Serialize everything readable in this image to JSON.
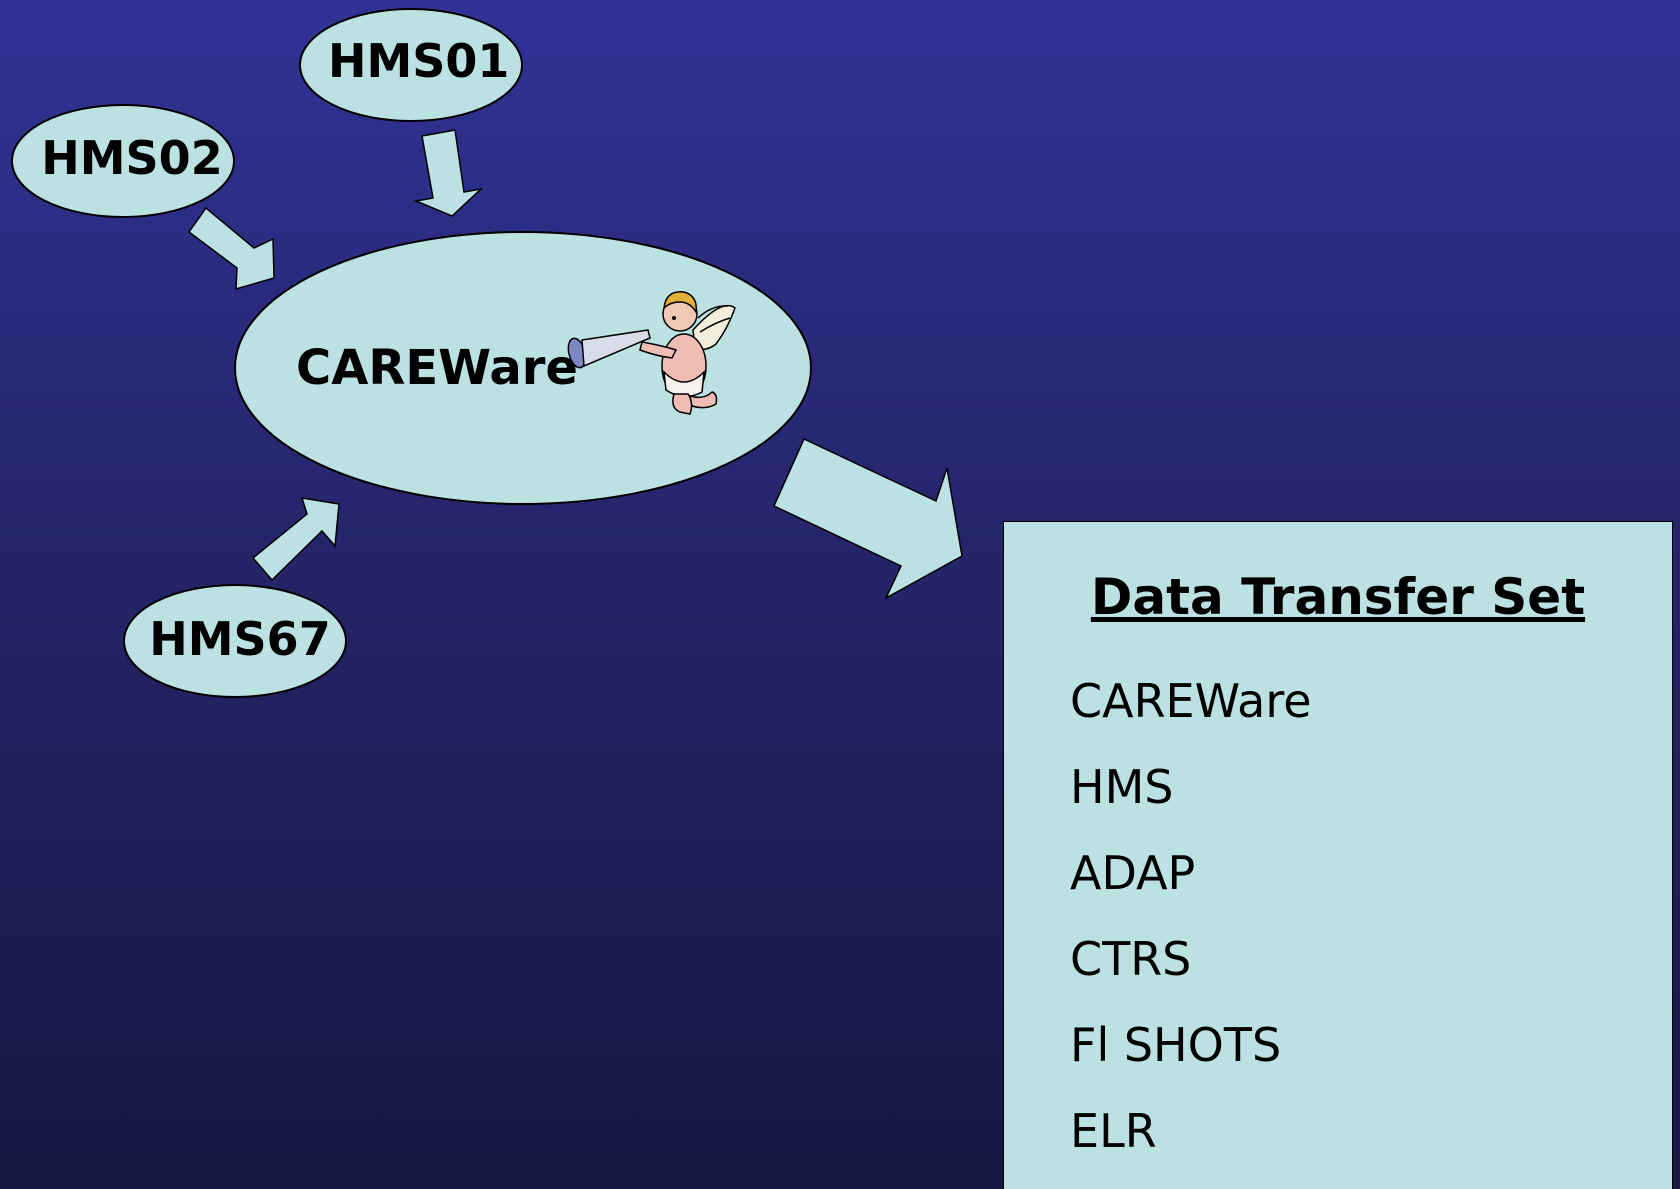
{
  "colors": {
    "background_top": "#313296",
    "background_bottom": "#171743",
    "node_fill": "#bbe1e3",
    "outline": "#000000"
  },
  "nodes": {
    "hms01": "HMS01",
    "hms02": "HMS02",
    "hms67": "HMS67",
    "careware": "CAREWare"
  },
  "clipart": {
    "icon": "angel-trumpet-icon"
  },
  "data_transfer_set": {
    "title": "Data Transfer Set",
    "items": [
      "CAREWare",
      "HMS",
      "ADAP",
      "CTRS",
      "Fl SHOTS",
      "ELR"
    ]
  }
}
